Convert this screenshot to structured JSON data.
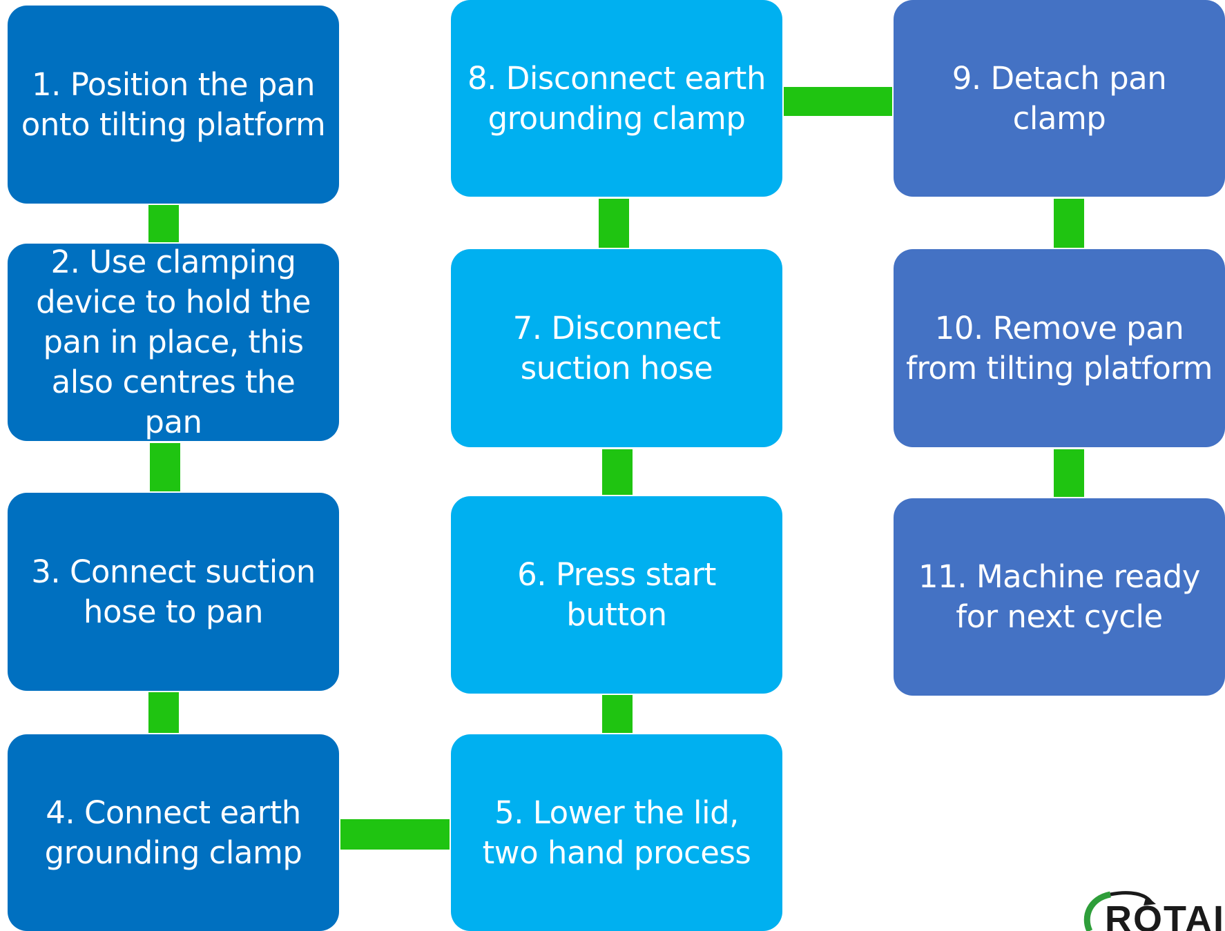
{
  "steps": [
    {
      "id": 1,
      "label": "1. Position the pan onto tilting platform"
    },
    {
      "id": 2,
      "label": "2. Use clamping device to hold the pan in place, this also centres the pan"
    },
    {
      "id": 3,
      "label": "3. Connect suction hose to pan"
    },
    {
      "id": 4,
      "label": "4. Connect earth grounding clamp"
    },
    {
      "id": 5,
      "label": "5. Lower the lid, two hand process"
    },
    {
      "id": 6,
      "label": "6. Press start button"
    },
    {
      "id": 7,
      "label": "7. Disconnect suction hose"
    },
    {
      "id": 8,
      "label": "8. Disconnect earth grounding clamp"
    },
    {
      "id": 9,
      "label": "9. Detach pan clamp"
    },
    {
      "id": 10,
      "label": "10. Remove pan from tilting platform"
    },
    {
      "id": 11,
      "label": "11. Machine ready for next cycle"
    }
  ],
  "colors": {
    "column_1": "#0070c0",
    "column_2": "#00b0f0",
    "column_3": "#4472c4",
    "connector": "#1fc411"
  },
  "logo": {
    "text": "ROTAIE",
    "icon": "circular-arrow-logo-icon"
  }
}
